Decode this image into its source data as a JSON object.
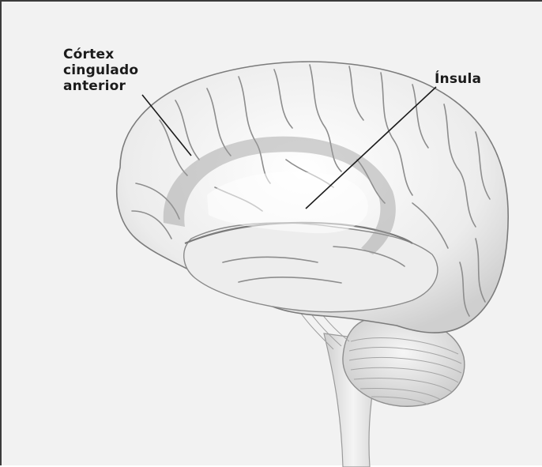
{
  "labels": {
    "anterior_cingulate_line1": "Córtex",
    "anterior_cingulate_line2": "cingulado",
    "anterior_cingulate_line3": "anterior",
    "insula": "Ínsula"
  }
}
